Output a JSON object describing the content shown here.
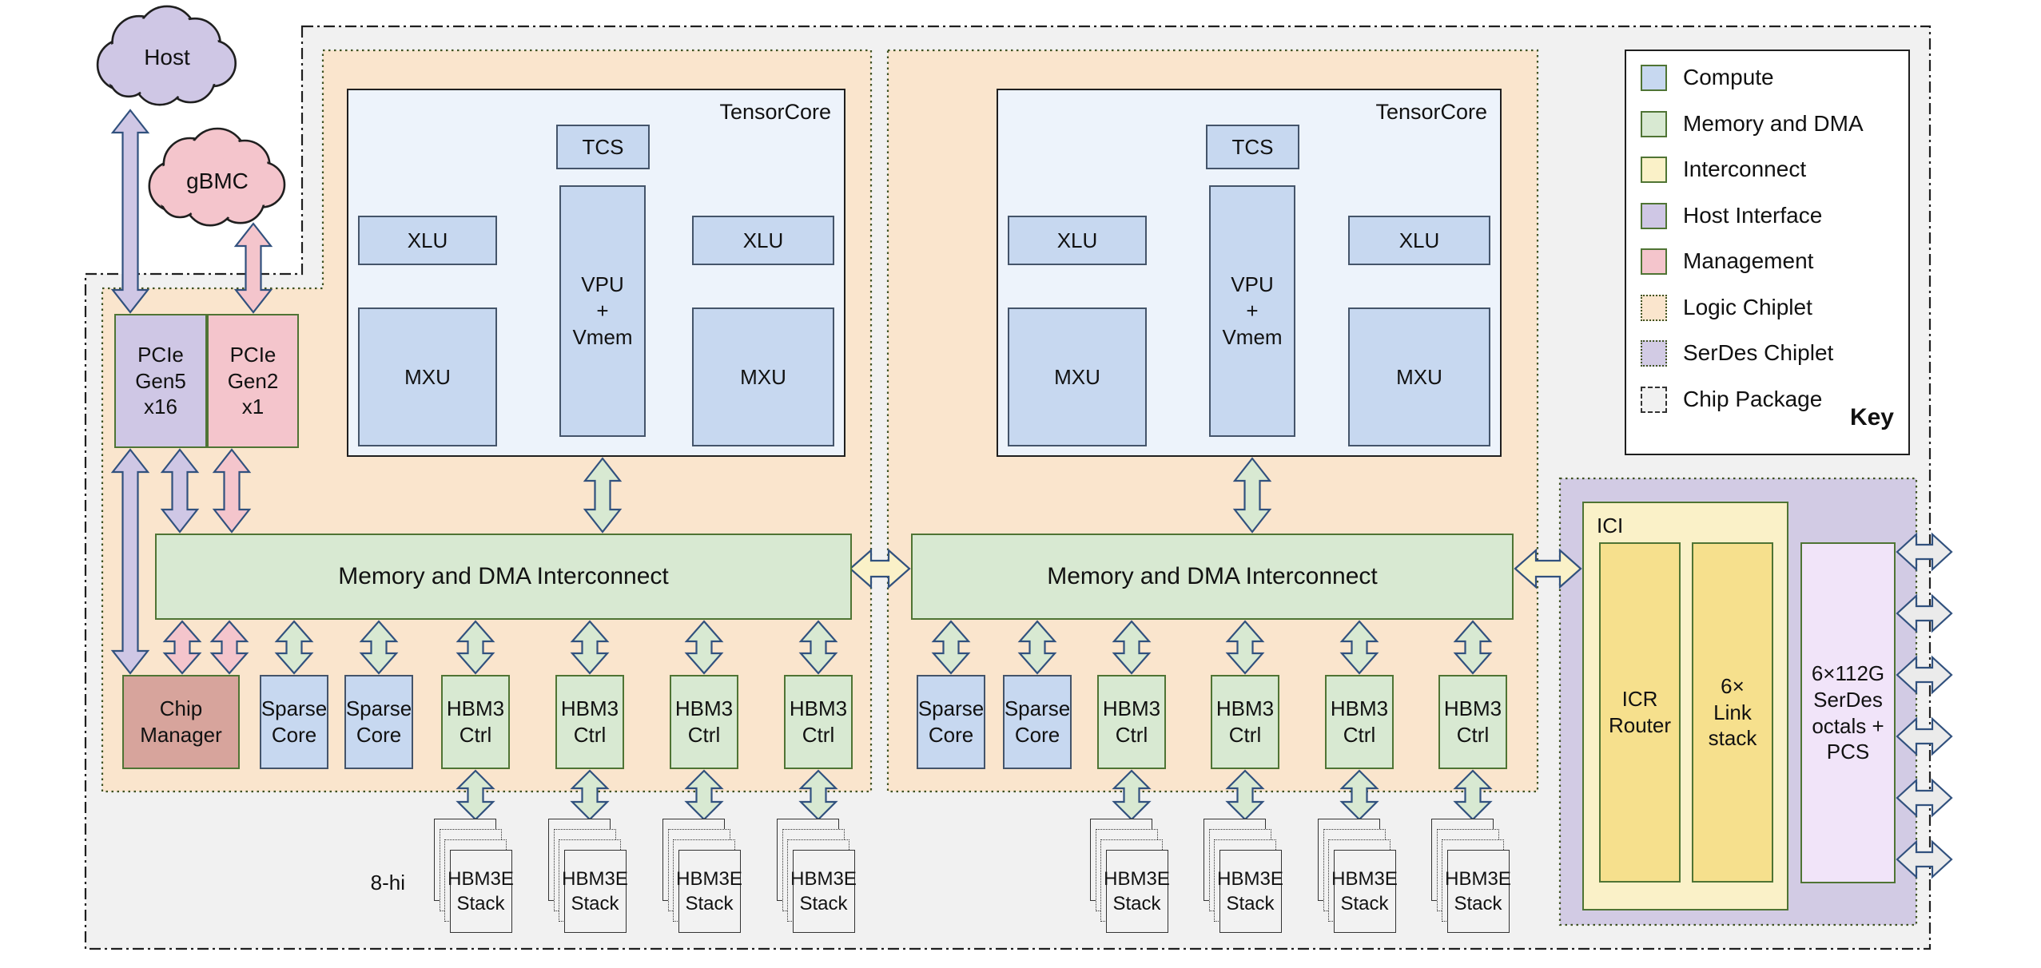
{
  "diagram": {
    "clouds": {
      "host": "Host",
      "gbmc": "gBMC"
    },
    "pcie": {
      "gen5": "PCIe\nGen5\nx16",
      "gen2": "PCIe\nGen2\nx1"
    },
    "tensorcore": {
      "title": "TensorCore",
      "tcs": "TCS",
      "vpu": "VPU\n+\nVmem",
      "xlu": "XLU",
      "mxu": "MXU"
    },
    "interconnect": "Memory and DMA Interconnect",
    "chip_manager": "Chip\nManager",
    "sparse_core": "Sparse\nCore",
    "hbm3_ctrl": "HBM3\nCtrl",
    "hbm3e_stack": "HBM3E\nStack",
    "stack_height": "8-hi",
    "ici": {
      "title": "ICI",
      "icr_router": "ICR\nRouter",
      "link_stack": "6×\nLink\nstack"
    },
    "serdes_box": "6×112G\nSerDes\noctals +\nPCS"
  },
  "legend": {
    "title": "Key",
    "items": [
      {
        "label": "Compute"
      },
      {
        "label": "Memory and DMA"
      },
      {
        "label": "Interconnect"
      },
      {
        "label": "Host Interface"
      },
      {
        "label": "Management"
      },
      {
        "label": "Logic Chiplet"
      },
      {
        "label": "SerDes Chiplet"
      },
      {
        "label": "Chip Package"
      }
    ]
  },
  "colors": {
    "compute_fill": "#c7d8f0",
    "compute_border": "#44546a",
    "green_fill": "#d8e9d2",
    "green_border": "#4f7434",
    "yellow_fill": "#faf1c8",
    "yellow_inner_fill": "#f6e08d",
    "purple_fill": "#cfc7e5",
    "pink_fill": "#f4c5cc",
    "chipmgr_fill": "#d7a49c",
    "peach_fill": "#fae5cd",
    "serdes_chiplet_fill": "#d2cbe4",
    "serdes_box_fill": "#f1e4f9",
    "package_fill": "#f1f1f1",
    "tensorcore_fill": "#edf3fb",
    "arrow_gray_fill": "#ebebeb",
    "arrow_stroke": "#31517e",
    "outline_olive": "#3f5222"
  }
}
